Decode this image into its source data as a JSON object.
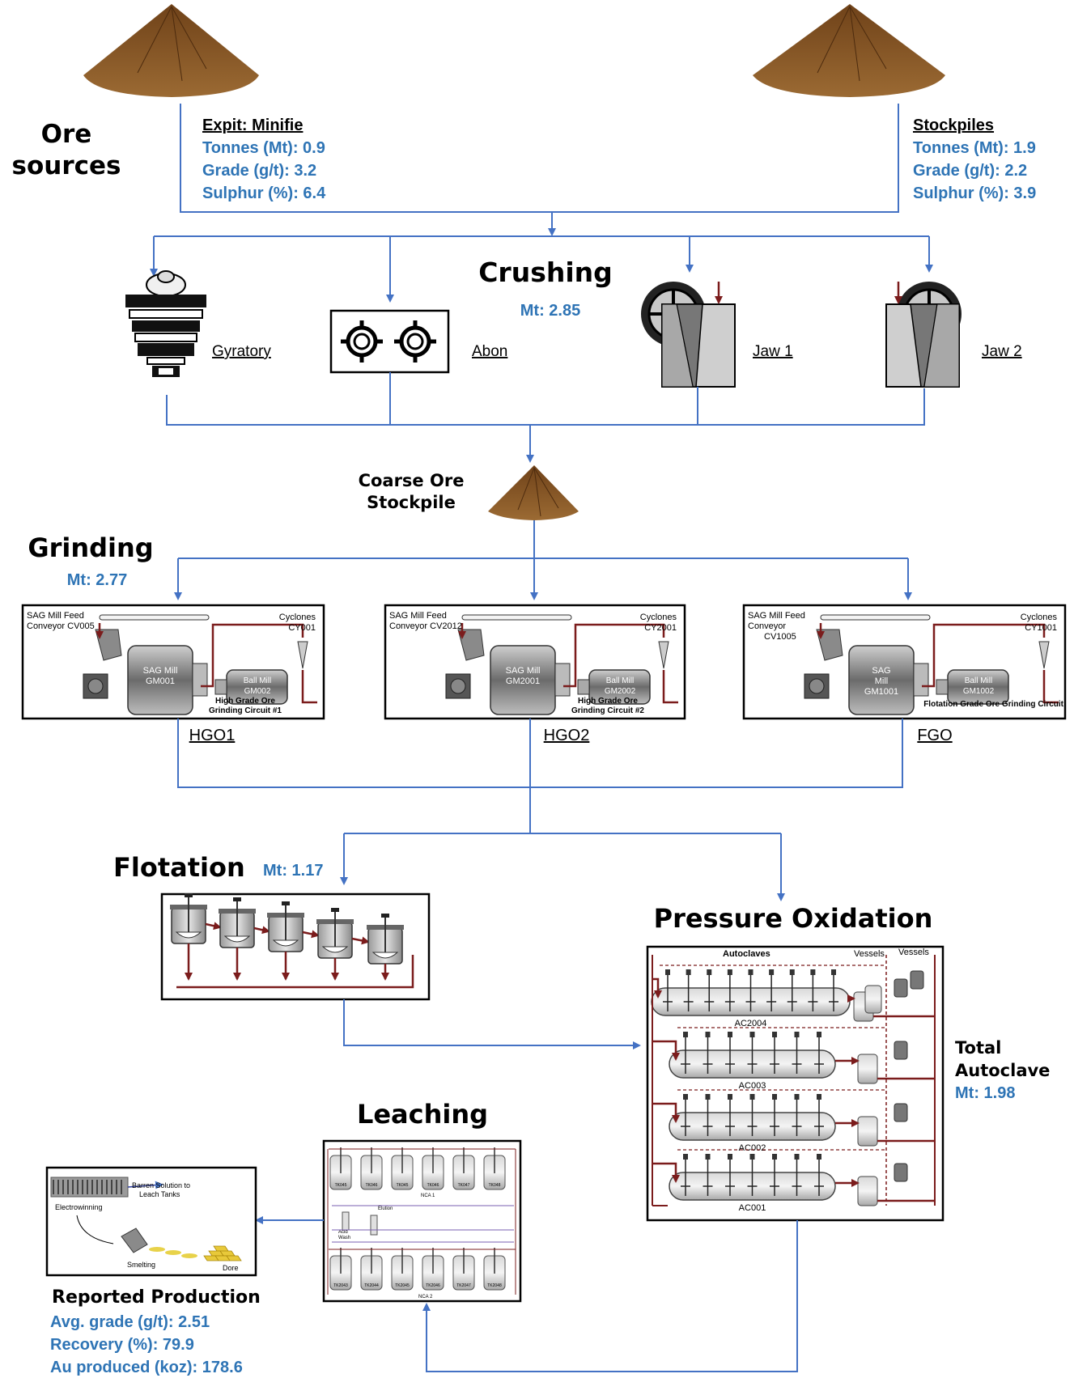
{
  "ore_sources": {
    "title_line1": "Ore",
    "title_line2": "sources",
    "expit": {
      "name": "Expit: Minifie",
      "tonnes": "Tonnes (Mt): 0.9",
      "grade": "Grade (g/t): 3.2",
      "sulphur": "Sulphur (%): 6.4"
    },
    "stockpiles": {
      "name": "Stockpiles",
      "tonnes": "Tonnes (Mt): 1.9",
      "grade": "Grade (g/t): 2.2",
      "sulphur": "Sulphur (%): 3.9"
    }
  },
  "crushing": {
    "title": "Crushing",
    "mt": "Mt: 2.85",
    "crushers": [
      "Gyratory",
      "Abon",
      "Jaw 1",
      "Jaw 2"
    ]
  },
  "coarse_ore": {
    "line1": "Coarse Ore",
    "line2": "Stockpile"
  },
  "grinding": {
    "title": "Grinding",
    "mt": "Mt: 2.77",
    "circuits": [
      {
        "name": "HGO1",
        "feed_line1": "SAG Mill Feed",
        "feed_line2": "Conveyor CV005",
        "feed_line3": "",
        "cyclones_line1": "Cyclones",
        "cyclones_line2": "CY001",
        "sag_line1": "SAG Mill",
        "sag_line2": "GM001",
        "sag_line3": "",
        "ball_line1": "Ball Mill",
        "ball_line2": "GM002",
        "caption_line1": "High Grade Ore",
        "caption_line2": "Grinding Circuit #1"
      },
      {
        "name": "HGO2",
        "feed_line1": "SAG Mill Feed",
        "feed_line2": "Conveyor CV2012",
        "feed_line3": "",
        "cyclones_line1": "Cyclones",
        "cyclones_line2": "CY2001",
        "sag_line1": "SAG Mill",
        "sag_line2": "GM2001",
        "sag_line3": "",
        "ball_line1": "Ball Mill",
        "ball_line2": "GM2002",
        "caption_line1": "High Grade Ore",
        "caption_line2": "Grinding Circuit #2"
      },
      {
        "name": "FGO",
        "feed_line1": "SAG Mill Feed",
        "feed_line2": "Conveyor",
        "feed_line3": "CV1005",
        "cyclones_line1": "Cyclones",
        "cyclones_line2": "CY1001",
        "sag_line1": "SAG",
        "sag_line2": "Mill",
        "sag_line3": "GM1001",
        "ball_line1": "Ball Mill",
        "ball_line2": "GM1002",
        "caption_line1": "Flotation Grade Ore Grinding Circuit",
        "caption_line2": ""
      }
    ]
  },
  "flotation": {
    "title": "Flotation",
    "mt": "Mt: 1.17"
  },
  "pressure_oxidation": {
    "title": "Pressure Oxidation",
    "autoclaves_label": "Autoclaves",
    "vessels_label_1": "Vessels",
    "vessels_label_2": "Vessels",
    "units": [
      "AC2004",
      "AC003",
      "AC002",
      "AC001"
    ],
    "total_line1": "Total",
    "total_line2": "Autoclave",
    "total_mt": "Mt: 1.98"
  },
  "leaching": {
    "title": "Leaching",
    "tanks_top": [
      "TK045",
      "TK046",
      "TK045",
      "TK046",
      "TK047",
      "TK048"
    ],
    "tanks_bottom": [
      "TK2043",
      "TK2044",
      "TK2045",
      "TK2046",
      "TK2047",
      "TK2048"
    ],
    "nca1": "NCA 1",
    "nca2": "NCA 2",
    "acid_wash_1": "Acid",
    "acid_wash_2": "Wash",
    "elution": "Elution"
  },
  "refining": {
    "barren_line1": "Barren Solution to",
    "barren_line2": "Leach Tanks",
    "electrowinning": "Electrowinning",
    "smelting": "Smelting",
    "dore": "Dore"
  },
  "reported_production": {
    "title": "Reported Production",
    "avg_grade": "Avg. grade (g/t): 2.51",
    "recovery": "Recovery (%): 79.9",
    "au_produced": "Au produced (koz): 178.6"
  },
  "colors": {
    "flow": "#4472c4",
    "value_text": "#2e74b5",
    "ore_pile": "#8b5a2b",
    "process_red": "#7b1c1c"
  }
}
